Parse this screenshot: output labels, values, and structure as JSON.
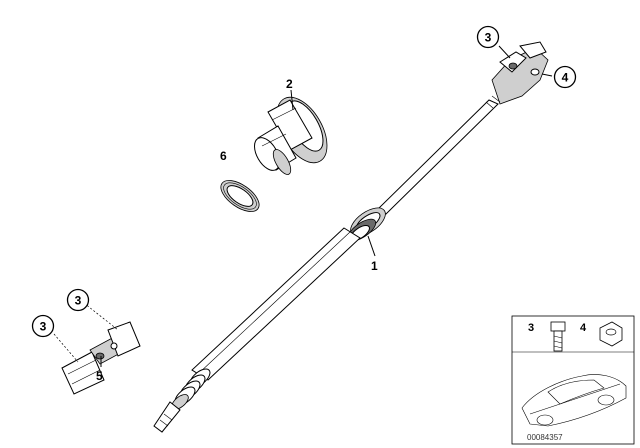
{
  "callouts": {
    "c3_top": "3",
    "c4_top": "4",
    "c2": "2",
    "c6": "6",
    "c1": "1",
    "c3_left_a": "3",
    "c3_left_b": "3",
    "c5": "5"
  },
  "legend": {
    "item3": "3",
    "item4": "4"
  },
  "reference_number": "00084357"
}
